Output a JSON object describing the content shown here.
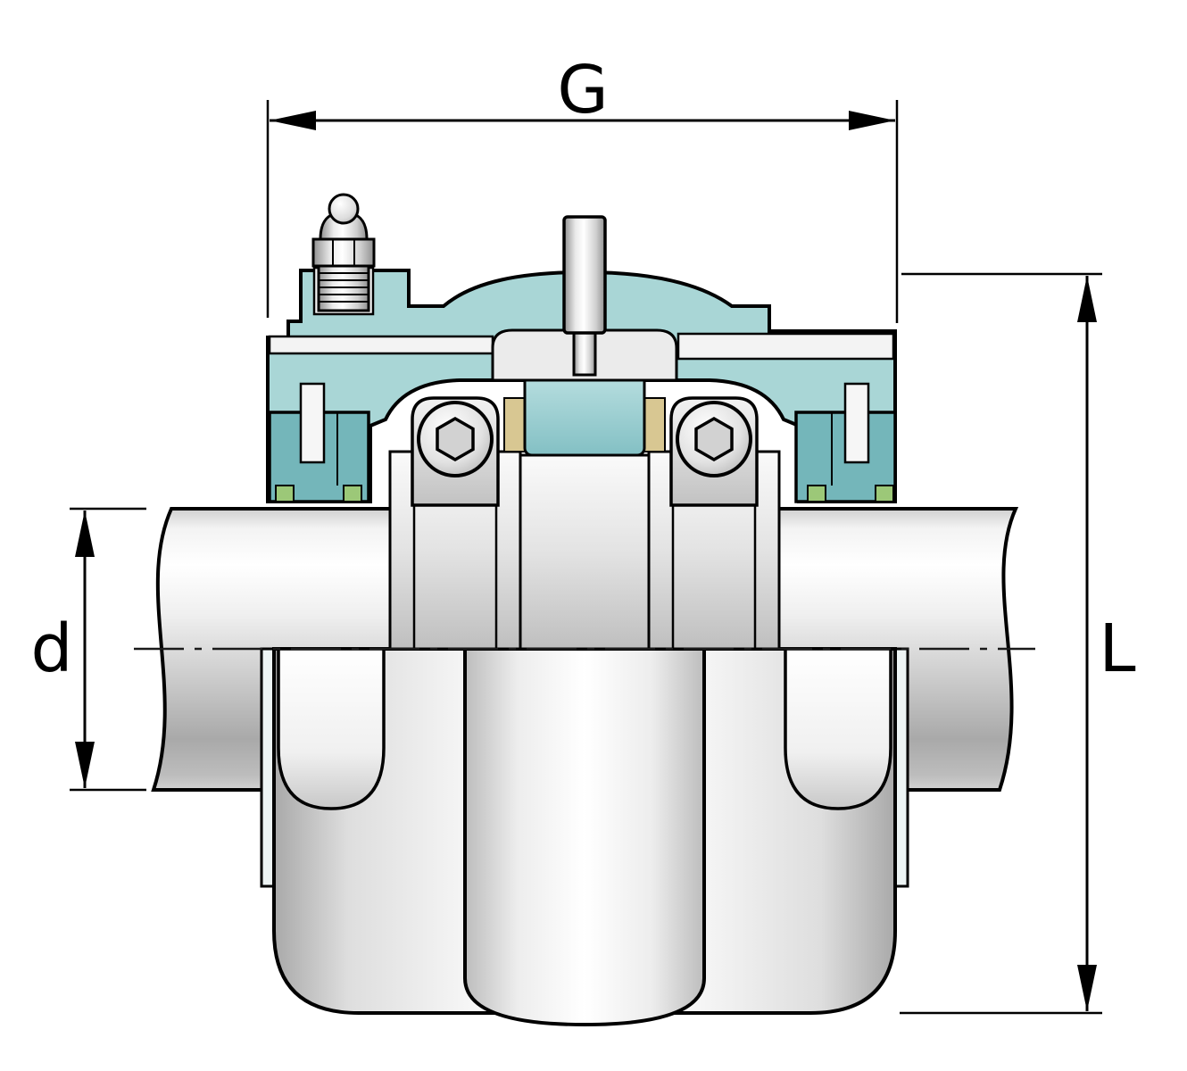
{
  "diagram": {
    "type": "technical-drawing",
    "subject": "split-plummer-block-bearing-unit-cross-section",
    "dimension_labels": {
      "housing_width": "G",
      "shaft_diameter": "d",
      "overall_height": "L"
    },
    "colors": {
      "housing_teal": "#a9d6d6",
      "seal_teal": "#74b6ba",
      "seal_green": "#9cc878",
      "cage_brass": "#d8c792",
      "metal_light": "#f5f5f5",
      "metal_dark": "#b0b0b0",
      "outline": "#000000",
      "background": "#ffffff"
    }
  }
}
